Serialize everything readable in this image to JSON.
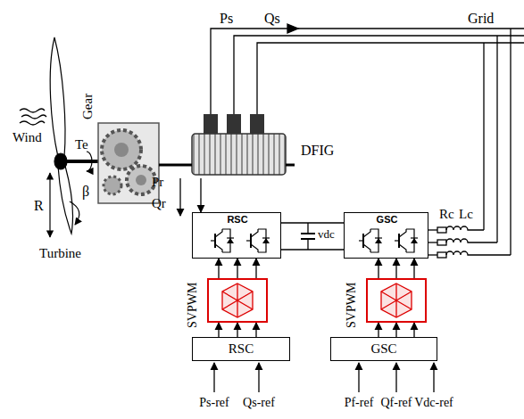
{
  "diagram": {
    "nodes": [
      {
        "text": [
          "Gear"
        ]
      },
      {
        "text": [
          "DFIG"
        ]
      },
      {
        "text": [
          "RSC"
        ]
      },
      {
        "text": [
          "GSC"
        ]
      },
      {
        "text": [
          "SVPWM"
        ]
      },
      {
        "text": [
          "SVPWM"
        ]
      },
      {
        "text": [
          "RSC"
        ]
      },
      {
        "text": [
          "GSC"
        ]
      }
    ],
    "edges": [
      {
        "from": 0,
        "to": 1,
        "arrow": "none"
      },
      {
        "from": 1,
        "to": 2,
        "arrow": "to"
      },
      {
        "from": 2,
        "to": 3,
        "arrow": "none"
      },
      {
        "from": 6,
        "to": 4,
        "arrow": "to"
      },
      {
        "from": 4,
        "to": 2,
        "arrow": "to"
      },
      {
        "from": 7,
        "to": 5,
        "arrow": "to"
      },
      {
        "from": 5,
        "to": 3,
        "arrow": "to"
      }
    ],
    "labels": [
      "Ps",
      "Qs",
      "Grid",
      "Wind",
      "Te",
      "R",
      "β",
      "Turbine",
      "Pr",
      "Qr",
      "vdc",
      "Rc",
      "Lc",
      "Ps-ref",
      "Qs-ref",
      "Pf-ref",
      "Qf-ref",
      "Vdc-ref"
    ]
  }
}
